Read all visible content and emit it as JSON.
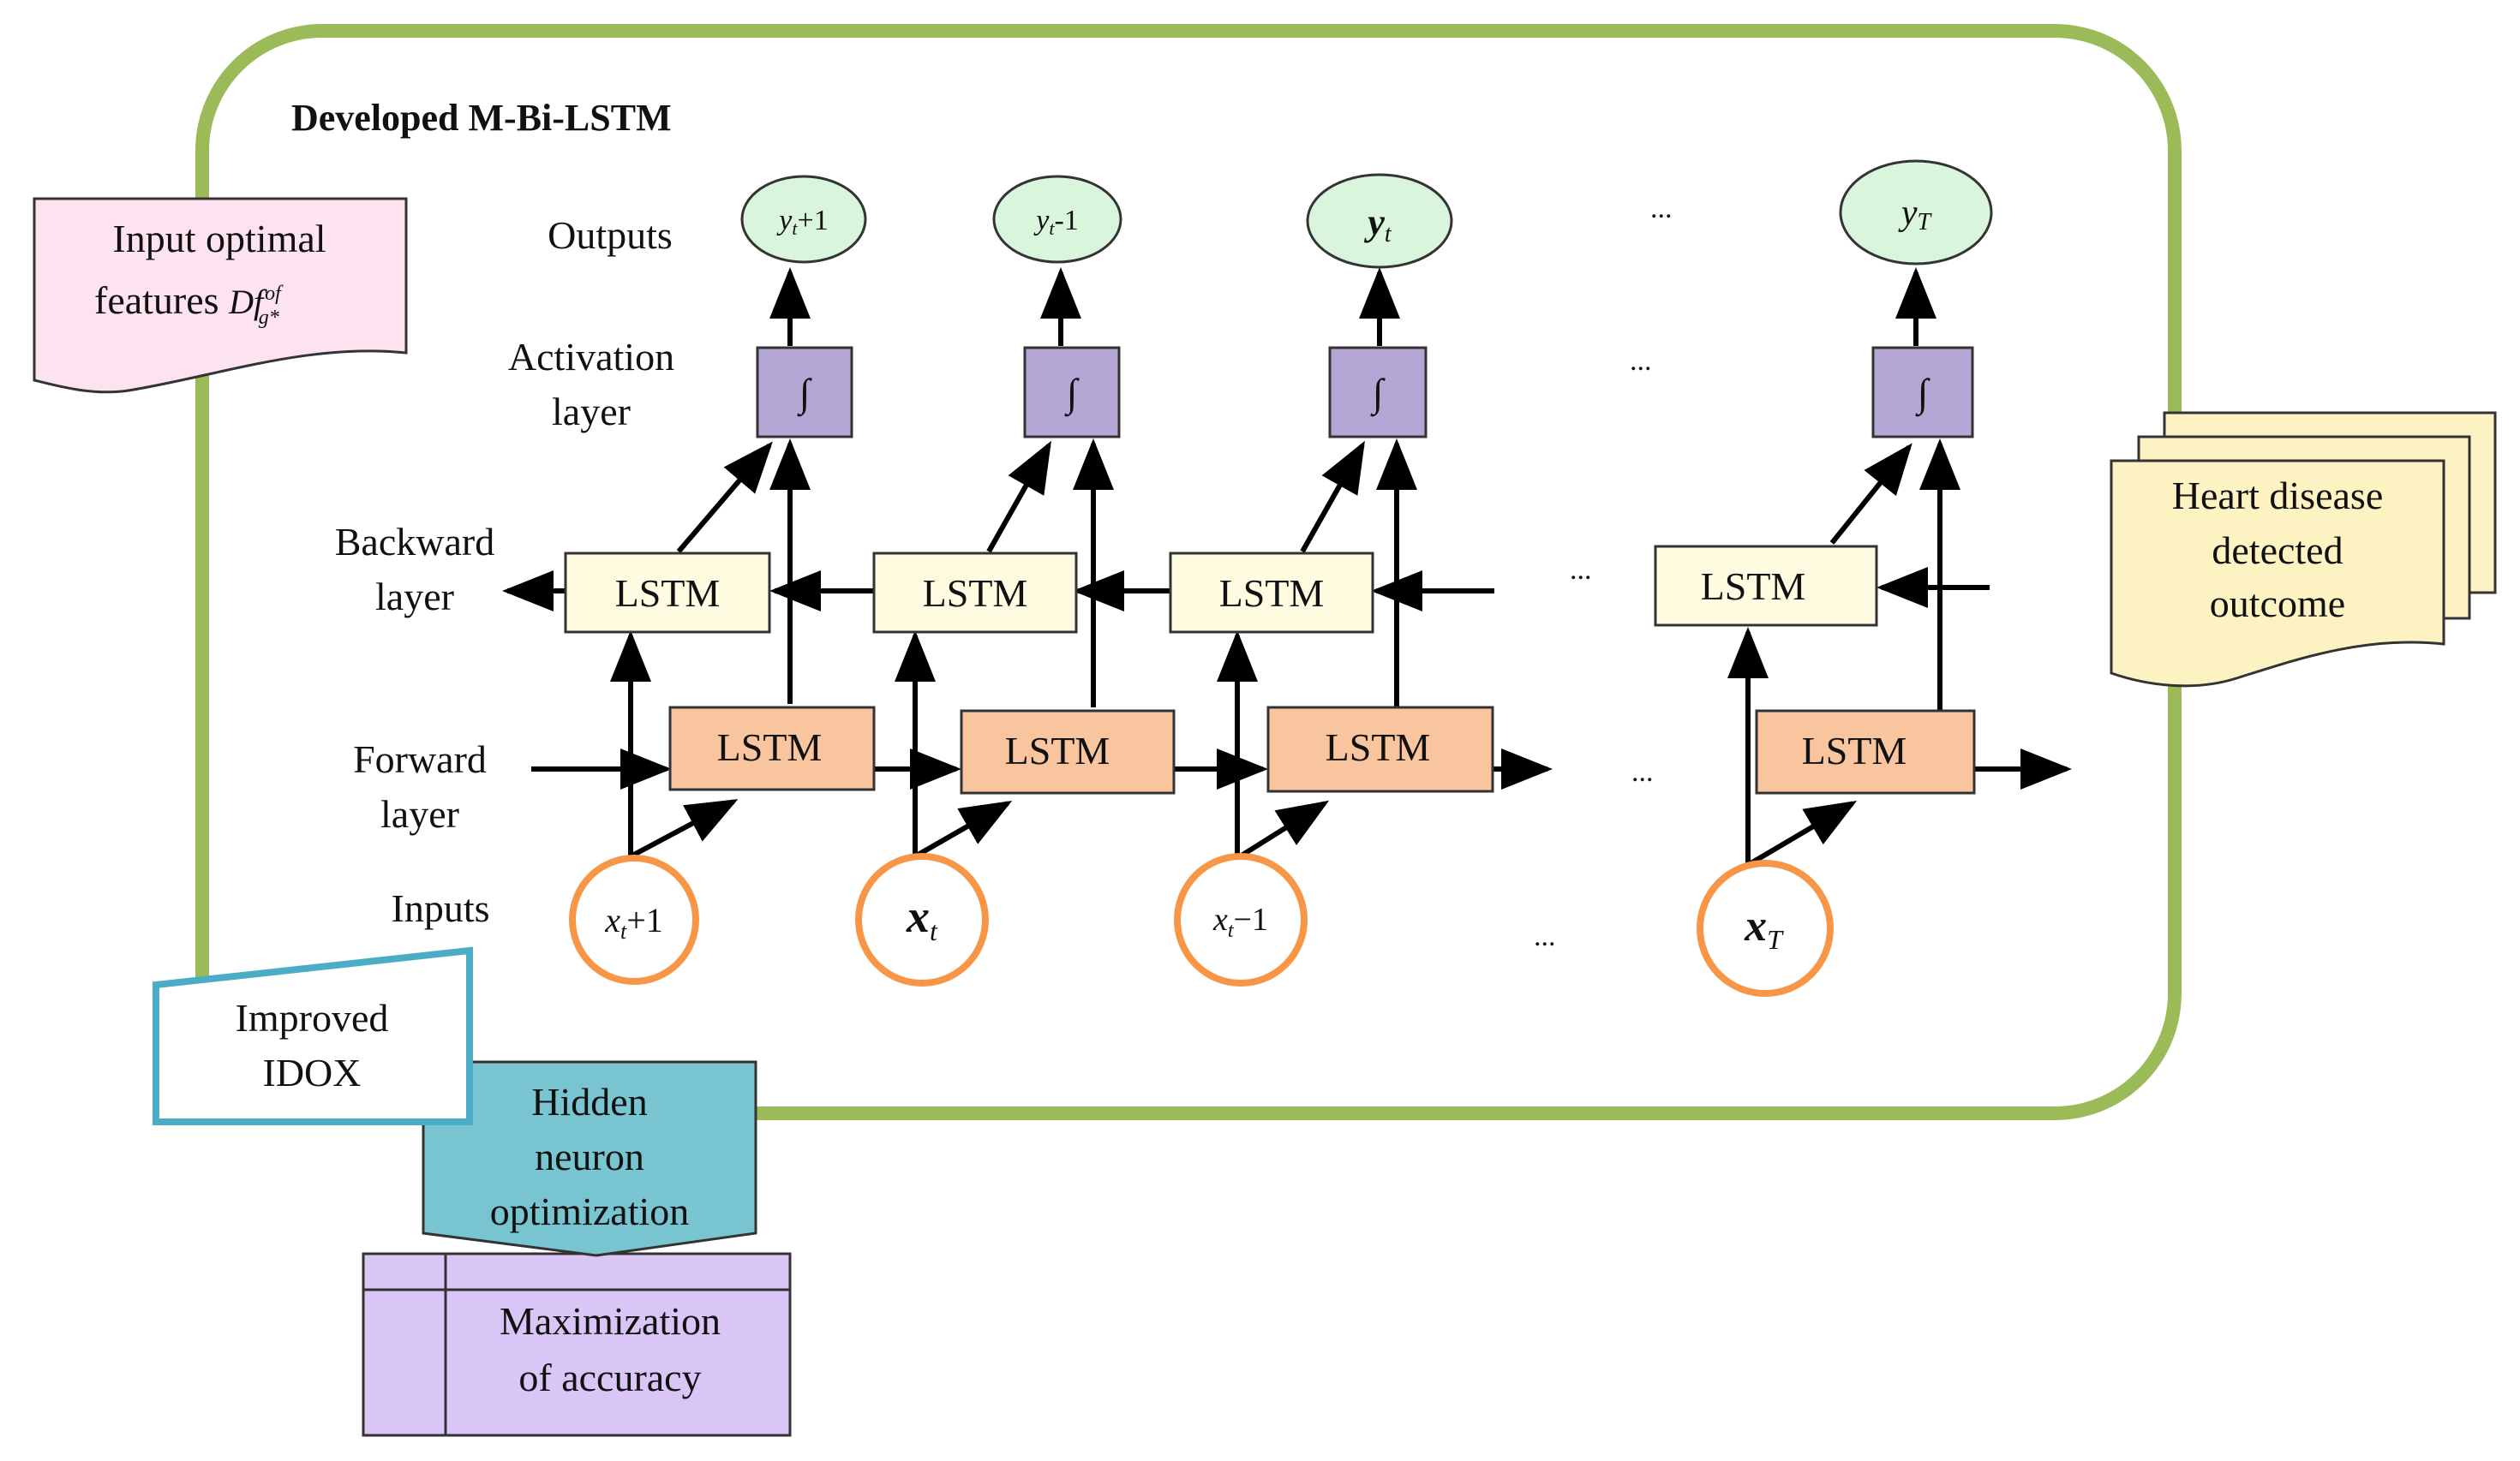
{
  "title": "Developed M-Bi-LSTM",
  "row_labels": {
    "outputs": "Outputs",
    "activation_1": "Activation",
    "activation_2": "layer",
    "backward_1": "Backward",
    "backward_2": "layer",
    "forward_1": "Forward",
    "forward_2": "layer",
    "inputs": "Inputs"
  },
  "cell_label": "LSTM",
  "activation_symbol": "∫",
  "ellipsis": "...",
  "columns": [
    {
      "input_var": "x",
      "input_sub": "t",
      "input_suffix": "+1",
      "output_var": "y",
      "output_sub": "t",
      "output_suffix": "+1"
    },
    {
      "input_var": "x",
      "input_sub": "t",
      "input_suffix": "",
      "output_var": "y",
      "output_sub": "t",
      "output_suffix": "-1"
    },
    {
      "input_var": "x",
      "input_sub": "t",
      "input_suffix": "−1",
      "output_var": "y",
      "output_sub": "t",
      "output_suffix": ""
    },
    {
      "input_var": "x",
      "input_sub": "T",
      "input_suffix": "",
      "output_var": "y",
      "output_sub": "T",
      "output_suffix": ""
    }
  ],
  "input_note": {
    "line1": "Input optimal",
    "line2_text": "features ",
    "symbol": "Df",
    "sup": "of",
    "sub": "g*"
  },
  "heart_note": {
    "line1": "Heart disease",
    "line2": "detected",
    "line3": "outcome"
  },
  "improved": {
    "line1": "Improved",
    "line2": "IDOX"
  },
  "hidden": {
    "line1": "Hidden",
    "line2": "neuron",
    "line3": "optimization"
  },
  "maximization": {
    "line1": "Maximization",
    "line2": "of accuracy"
  },
  "colors": {
    "frame": "#9bbb59",
    "input_note_fill": "#fde2f0",
    "heart_note_fill": "#fdf3c2",
    "lstm_forward_fill": "#f8c59e",
    "lstm_backward_fill": "#fffbe0",
    "activation_fill": "#b4a7d6",
    "output_fill": "#d9f5dc",
    "input_ring": "#f79646",
    "improved_border": "#4bacc6",
    "hidden_fill": "#78c4d0",
    "maximization_fill": "#d9c6f7"
  }
}
